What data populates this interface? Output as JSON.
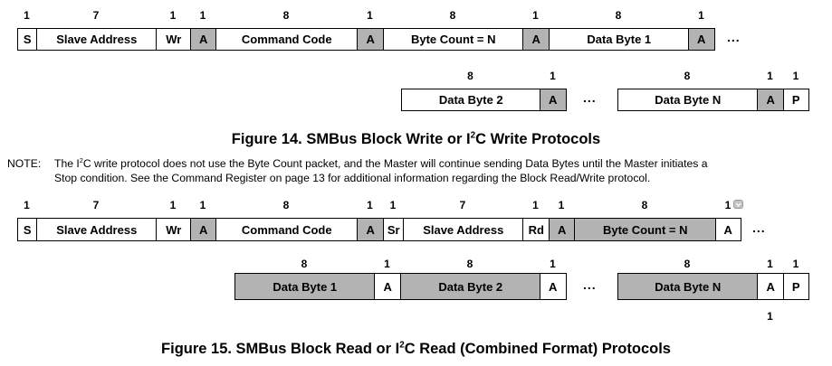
{
  "figure14": {
    "row1": {
      "cells": [
        {
          "label": "S",
          "bits": "1",
          "shaded": false
        },
        {
          "label": "Slave Address",
          "bits": "7",
          "shaded": false
        },
        {
          "label": "Wr",
          "bits": "1",
          "shaded": false
        },
        {
          "label": "A",
          "bits": "1",
          "shaded": true
        },
        {
          "label": "Command Code",
          "bits": "8",
          "shaded": false
        },
        {
          "label": "A",
          "bits": "1",
          "shaded": true
        },
        {
          "label": "Byte Count = N",
          "bits": "8",
          "shaded": false
        },
        {
          "label": "A",
          "bits": "1",
          "shaded": true
        },
        {
          "label": "Data Byte 1",
          "bits": "8",
          "shaded": false
        },
        {
          "label": "A",
          "bits": "1",
          "shaded": true
        }
      ],
      "ellipsis": "..."
    },
    "row2": {
      "cells": [
        {
          "label": "Data Byte 2",
          "bits": "8",
          "shaded": false
        },
        {
          "label": "A",
          "bits": "1",
          "shaded": true
        },
        {
          "label": "Data Byte N",
          "bits": "8",
          "shaded": false
        },
        {
          "label": "A",
          "bits": "1",
          "shaded": true
        },
        {
          "label": "P",
          "bits": "1",
          "shaded": false
        }
      ],
      "ellipsis": "..."
    },
    "caption_pre": "Figure 14. SMBus Block Write or I",
    "caption_sup": "2",
    "caption_post": "C Write Protocols"
  },
  "note": {
    "label": "NOTE:",
    "line1_pre": "The I",
    "line1_sup": "2",
    "line1_post": "C write protocol does not use the Byte Count packet, and the Master will continue sending Data Bytes until the Master initiates a",
    "line2": "Stop condition.  See the Command Register on page 13 for additional information regarding the Block Read/Write protocol."
  },
  "figure15": {
    "row1": {
      "cells": [
        {
          "label": "S",
          "bits": "1",
          "shaded": false
        },
        {
          "label": "Slave Address",
          "bits": "7",
          "shaded": false
        },
        {
          "label": "Wr",
          "bits": "1",
          "shaded": false
        },
        {
          "label": "A",
          "bits": "1",
          "shaded": true
        },
        {
          "label": "Command Code",
          "bits": "8",
          "shaded": false
        },
        {
          "label": "A",
          "bits": "1",
          "shaded": true
        },
        {
          "label": "Sr",
          "bits": "1",
          "shaded": false
        },
        {
          "label": "Slave Address",
          "bits": "7",
          "shaded": false
        },
        {
          "label": "Rd",
          "bits": "1",
          "shaded": false
        },
        {
          "label": "A",
          "bits": "1",
          "shaded": true
        },
        {
          "label": "Byte Count = N",
          "bits": "8",
          "shaded": true
        },
        {
          "label": "A",
          "bits": "1",
          "shaded": false
        }
      ],
      "ellipsis": "..."
    },
    "row2": {
      "cells": [
        {
          "label": "Data Byte 1",
          "bits": "8",
          "shaded": true
        },
        {
          "label": "A",
          "bits": "1",
          "shaded": false
        },
        {
          "label": "Data Byte 2",
          "bits": "8",
          "shaded": true
        },
        {
          "label": "A",
          "bits": "1",
          "shaded": false
        },
        {
          "label": "Data Byte N",
          "bits": "8",
          "shaded": true
        },
        {
          "label": "A",
          "bits": "1",
          "shaded": false
        },
        {
          "label": "P",
          "bits": "1",
          "shaded": false
        }
      ],
      "ellipsis": "...",
      "below_label": "1"
    },
    "caption_pre": "Figure 15. SMBus Block Read or I",
    "caption_sup": "2",
    "caption_post": "C Read (Combined Format) Protocols"
  },
  "icons": {
    "dropdown_badge": "chevron-down-icon"
  }
}
